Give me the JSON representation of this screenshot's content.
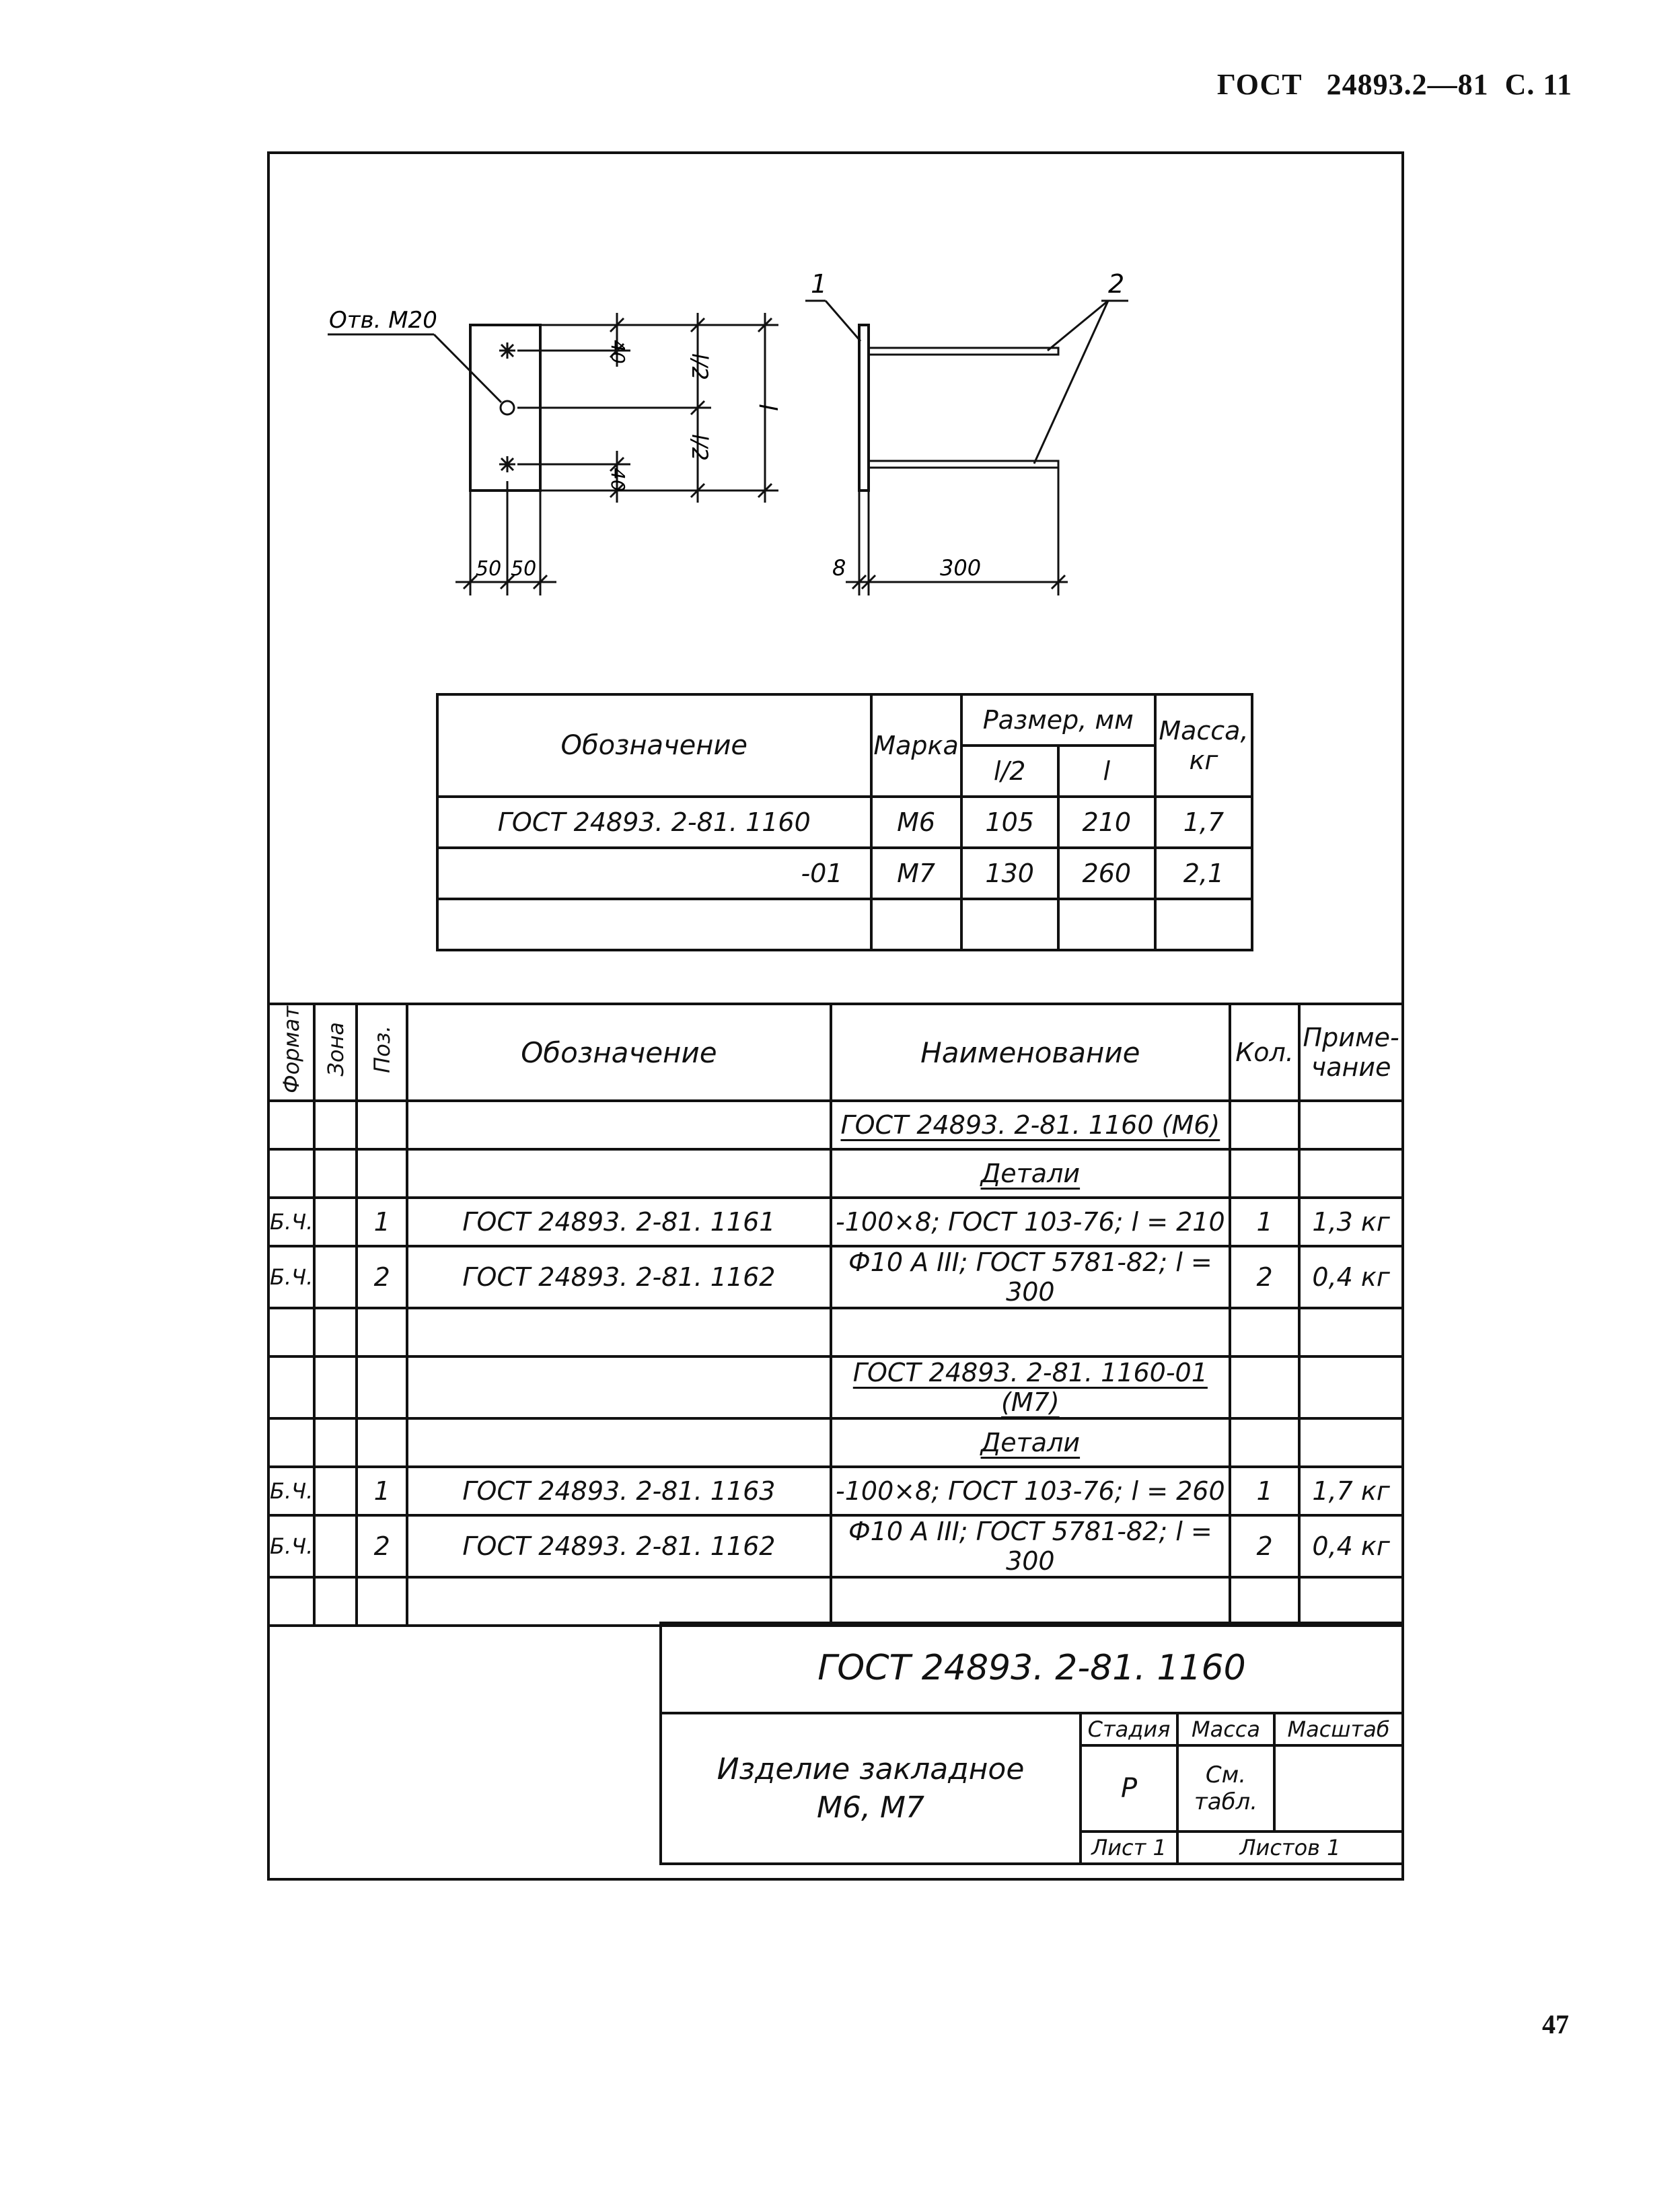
{
  "header": {
    "standard": "ГОСТ",
    "number": "24893.2—81",
    "page": "С. 11"
  },
  "page_number": "47",
  "drawing": {
    "hole_callout": "Отв. М20",
    "dim_40_top": "40",
    "dim_40_bottom": "40",
    "dim_l_half_top": "l/2",
    "dim_l_half_bottom": "l/2",
    "dim_l": "l",
    "dim_50_left": "50",
    "dim_50_right": "50",
    "leader_1": "1",
    "leader_2": "2",
    "dim_8": "8",
    "dim_300": "300"
  },
  "mark_table": {
    "headers": {
      "designation": "Обозначение",
      "mark": "Марка",
      "size": "Размер, мм",
      "half": "l/2",
      "full": "l",
      "mass": "Масса, кг"
    },
    "rows": [
      {
        "designation": "ГОСТ 24893. 2-81. 1160",
        "mark": "М6",
        "half": "105",
        "full": "210",
        "mass": "1,7"
      },
      {
        "designation": "-01",
        "mark": "М7",
        "half": "130",
        "full": "260",
        "mass": "2,1"
      },
      {
        "designation": "",
        "mark": "",
        "half": "",
        "full": "",
        "mass": ""
      }
    ]
  },
  "spec_table": {
    "headers": {
      "format": "Формат",
      "zone": "Зона",
      "pos": "Поз.",
      "designation": "Обозначение",
      "name": "Наименование",
      "qty": "Кол.",
      "note": "Приме-чание"
    },
    "rows": [
      {
        "format": "",
        "zone": "",
        "pos": "",
        "designation": "",
        "name": "ГОСТ 24893. 2-81. 1160 (М6)",
        "qty": "",
        "note": "",
        "underline": true
      },
      {
        "format": "",
        "zone": "",
        "pos": "",
        "designation": "",
        "name": "Детали",
        "qty": "",
        "note": "",
        "underline": true
      },
      {
        "format": "Б.Ч.",
        "zone": "",
        "pos": "1",
        "designation": "ГОСТ 24893. 2-81. 1161",
        "name": "-100×8; ГОСТ 103-76; l = 210",
        "qty": "1",
        "note": "1,3 кг"
      },
      {
        "format": "Б.Ч.",
        "zone": "",
        "pos": "2",
        "designation": "ГОСТ 24893. 2-81. 1162",
        "name": "Ф10 А III; ГОСТ 5781-82; l = 300",
        "qty": "2",
        "note": "0,4 кг"
      },
      {
        "format": "",
        "zone": "",
        "pos": "",
        "designation": "",
        "name": "",
        "qty": "",
        "note": ""
      },
      {
        "format": "",
        "zone": "",
        "pos": "",
        "designation": "",
        "name": "ГОСТ 24893. 2-81. 1160-01 (М7)",
        "qty": "",
        "note": "",
        "underline": true
      },
      {
        "format": "",
        "zone": "",
        "pos": "",
        "designation": "",
        "name": "Детали",
        "qty": "",
        "note": "",
        "underline": true
      },
      {
        "format": "Б.Ч.",
        "zone": "",
        "pos": "1",
        "designation": "ГОСТ 24893. 2-81. 1163",
        "name": "-100×8; ГОСТ 103-76; l = 260",
        "qty": "1",
        "note": "1,7 кг"
      },
      {
        "format": "Б.Ч.",
        "zone": "",
        "pos": "2",
        "designation": "ГОСТ 24893. 2-81. 1162",
        "name": "Ф10 А III; ГОСТ 5781-82; l = 300",
        "qty": "2",
        "note": "0,4 кг"
      },
      {
        "format": "",
        "zone": "",
        "pos": "",
        "designation": "",
        "name": "",
        "qty": "",
        "note": ""
      }
    ]
  },
  "title_block": {
    "code": "ГОСТ 24893. 2-81. 1160",
    "name_line1": "Изделие закладное",
    "name_line2": "М6, М7",
    "stage_label": "Стадия",
    "mass_label": "Масса",
    "scale_label": "Масштаб",
    "stage_value": "Р",
    "mass_value": "См. табл.",
    "scale_value": "",
    "sheet": "Лист 1",
    "sheets": "Листов 1"
  }
}
